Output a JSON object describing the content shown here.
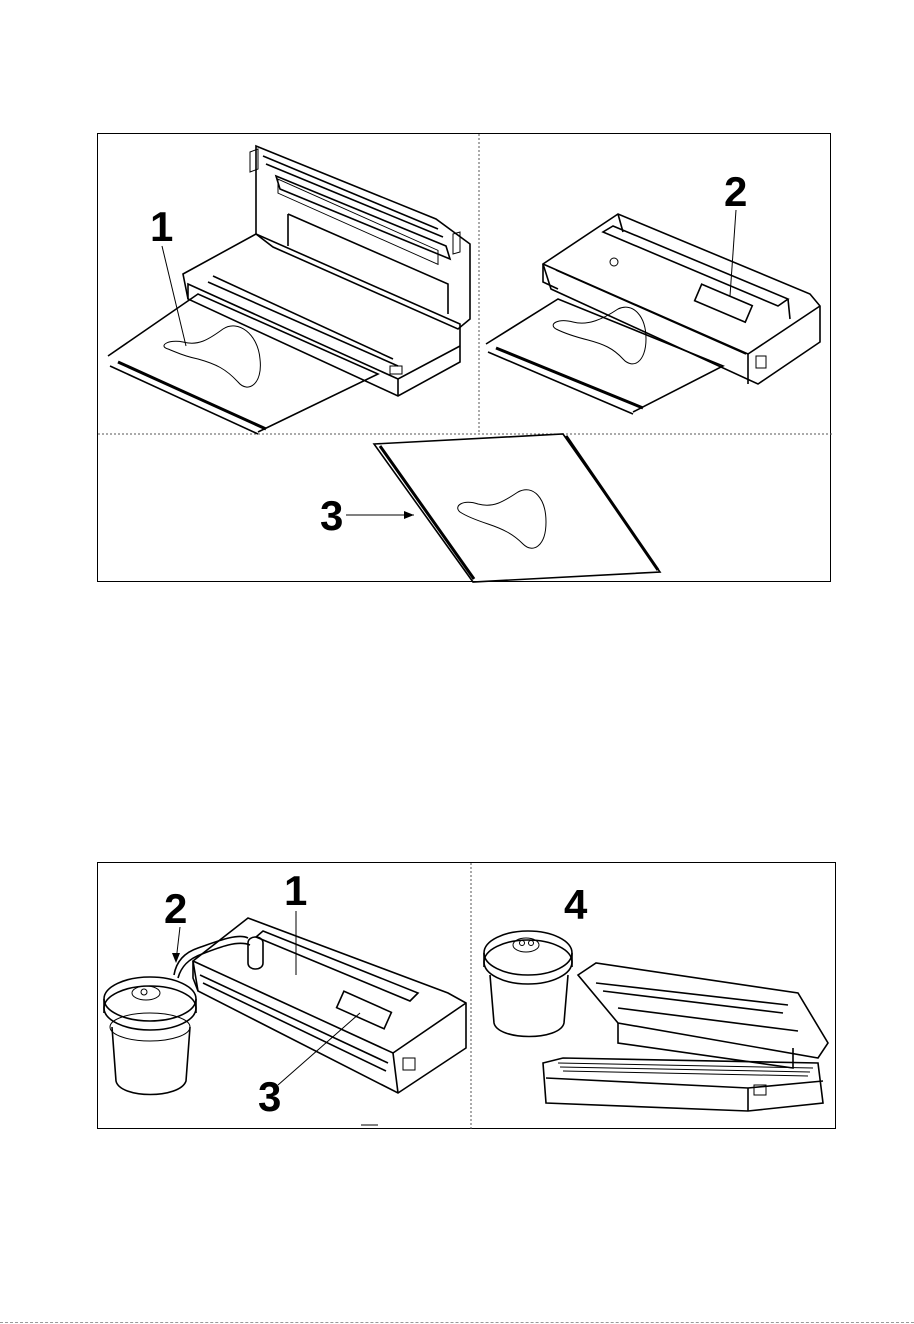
{
  "figure1": {
    "labels": {
      "step1": "1",
      "step2": "2",
      "step3": "3"
    }
  },
  "figure2": {
    "labels": {
      "part1": "1",
      "part2": "2",
      "part3": "3",
      "part4": "4"
    }
  }
}
